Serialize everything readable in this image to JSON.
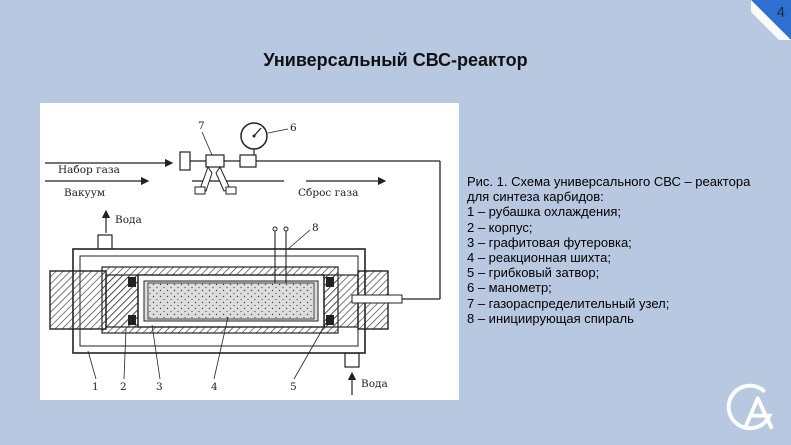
{
  "page_number": "4",
  "title": "Универсальный СВС-реактор",
  "diagram": {
    "labels": {
      "gas_in": "Набор газа",
      "vacuum": "Вакуум",
      "gas_out": "Сброс газа",
      "water_top": "Вода",
      "water_bottom": "Вода",
      "n1": "1",
      "n2": "2",
      "n3": "3",
      "n4": "4",
      "n5": "5",
      "n6": "6",
      "n7": "7",
      "n8": "8"
    }
  },
  "caption": {
    "title_line1": "Рис. 1. Схема универсального СВС – реактора",
    "title_line2": "для синтеза карбидов:",
    "items": [
      "1 – рубашка охлаждения;",
      "2 – корпус;",
      "3 – графитовая футеровка;",
      "4 – реакционная шихта;",
      "5 – грибковый затвор;",
      "6 – манометр;",
      "7 – газораспределительный узел;",
      "8 – инициирующая спираль"
    ]
  },
  "colors": {
    "background": "#b8c8e0",
    "corner": "#2f6fcf",
    "logo": "#ffffff"
  }
}
